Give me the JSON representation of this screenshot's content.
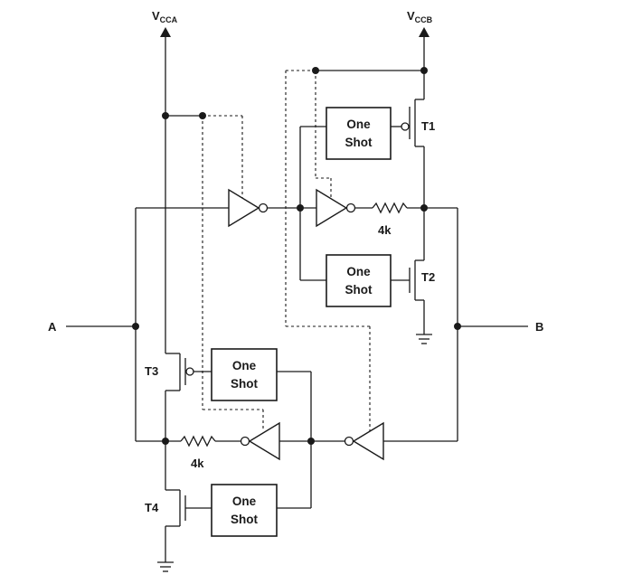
{
  "supplies": {
    "vcca": {
      "main": "V",
      "sub": "CCA"
    },
    "vccb": {
      "main": "V",
      "sub": "CCB"
    }
  },
  "ports": {
    "a": "A",
    "b": "B"
  },
  "one_shots": [
    {
      "line1": "One",
      "line2": "Shot"
    },
    {
      "line1": "One",
      "line2": "Shot"
    },
    {
      "line1": "One",
      "line2": "Shot"
    },
    {
      "line1": "One",
      "line2": "Shot"
    }
  ],
  "transistors": {
    "t1": "T1",
    "t2": "T2",
    "t3": "T3",
    "t4": "T4"
  },
  "resistors": {
    "r_top": "4k",
    "r_bottom": "4k"
  }
}
